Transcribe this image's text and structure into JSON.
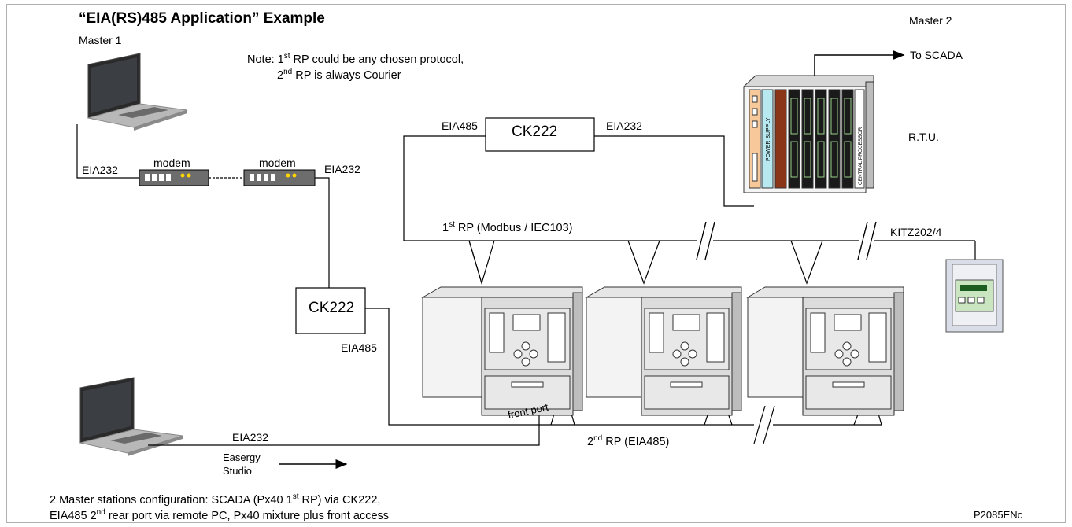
{
  "title": "“EIA(RS)485 Application” Example",
  "masters": {
    "master1": "Master 1",
    "master2": "Master 2"
  },
  "note": {
    "line1_a": "Note: 1",
    "line1_sup": "st",
    "line1_b": " RP could be any chosen protocol,",
    "line2_a": "2",
    "line2_sup": "nd",
    "line2_b": " RP is always Courier"
  },
  "modems": {
    "left": "modem",
    "right": "modem"
  },
  "links": {
    "eia232_laptop": "EIA232",
    "eia232_modem_right": "EIA232",
    "eia485_top": "EIA485",
    "eia232_top": "EIA232",
    "eia485_left": "EIA485",
    "eia232_bottom": "EIA232"
  },
  "boxes": {
    "ck222_top": "CK222",
    "ck222_left": "CK222"
  },
  "rtu": {
    "label": "R.T.U.",
    "to_scada": "To SCADA",
    "power_supply": "POWER SUPPLY",
    "central_processor": "CENTRAL PROCESSOR"
  },
  "rp1": {
    "a": "1",
    "sup": "st",
    "b": " RP (Modbus / IEC103)"
  },
  "rp2": {
    "a": "2",
    "sup": "nd",
    "b": " RP (EIA485)"
  },
  "kitz": "KITZ202/4",
  "front_port": "front port",
  "easergy": {
    "line1": "Easergy",
    "line2": "Studio"
  },
  "footer": {
    "line1_a": "2 Master stations configuration:  SCADA (Px40 1",
    "line1_sup": "st",
    "line1_b": " RP) via CK222,",
    "line2_a": "EIA485 2",
    "line2_sup": "nd",
    "line2_b": " rear port via remote PC, Px40 mixture plus front access"
  },
  "ref": "P2085ENc"
}
